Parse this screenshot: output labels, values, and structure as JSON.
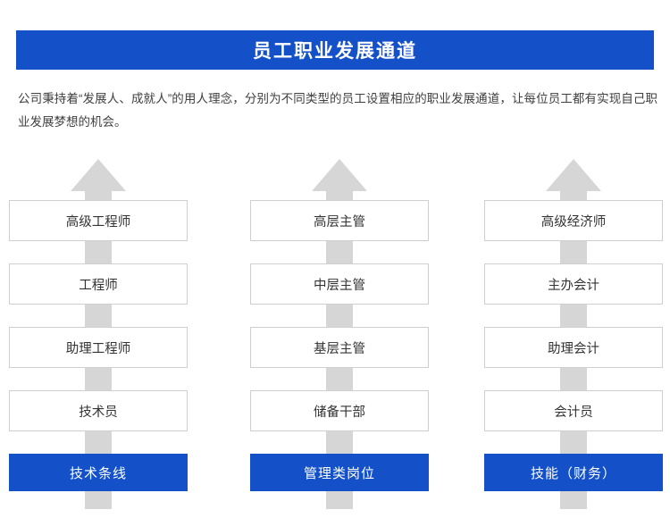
{
  "header": {
    "title": "员工职业发展通道"
  },
  "intro": {
    "text": "公司秉持着“发展人、成就人”的用人理念，分别为不同类型的员工设置相应的职业发展通道，让每位员工都有实现自己职业发展梦想的机会。"
  },
  "colors": {
    "brand_blue": "#1451c8",
    "arrow_grey": "#d6d6d6",
    "box_border": "#cfcfcf",
    "text": "#333333"
  },
  "columns": [
    {
      "name": "technical",
      "levels": [
        "高级工程师",
        "工程师",
        "助理工程师",
        "技术员"
      ],
      "base_label": "技术条线"
    },
    {
      "name": "management",
      "levels": [
        "高层主管",
        "中层主管",
        "基层主管",
        "储备干部"
      ],
      "base_label": "管理类岗位"
    },
    {
      "name": "finance",
      "levels": [
        "高级经济师",
        "主办会计",
        "助理会计",
        "会计员"
      ],
      "base_label": "技能（财务）"
    }
  ]
}
